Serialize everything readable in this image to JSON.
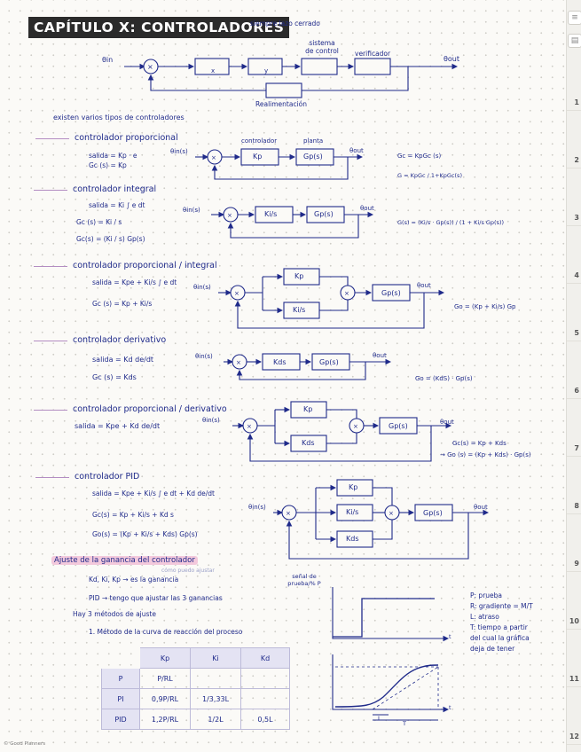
{
  "title": "CAPÍTULO X: CONTROLADORES",
  "subtitle": "siempre lazo cerrado",
  "main_diagram": {
    "in": "θin",
    "out": "θout",
    "blocks": [
      "x",
      "y",
      "sistema de control",
      "verificador"
    ],
    "feedback": "Realimentación"
  },
  "intro": "existen varios tipos de controladores",
  "prop": {
    "heading": "controlador proporcional",
    "eq1": "salida = Kp · e",
    "eq2": "Gc (s) = Kp",
    "tag_controller": "controlador",
    "tag_plant": "planta",
    "in": "θin(s)",
    "out": "θout",
    "b1": "Kp",
    "b2": "Gp(s)",
    "res1": "Gc = KpGc (s)",
    "res2": "G = KpGc / 1+KpGc(s)"
  },
  "integ": {
    "heading": "controlador integral",
    "eq1": "salida = Ki ∫ e dt",
    "eq2": "Gc (s) = Ki / s",
    "eq3": "Gc(s) = (Ki / s) Gp(s)",
    "in": "θin(s)",
    "out": "θout",
    "b1": "Ki/s",
    "b2": "Gp(s)",
    "res": "G(s) = (Ki/s · Gp(s)) / (1 + Ki/s Gp(s))"
  },
  "pi": {
    "heading": "controlador proporcional / integral",
    "eq1": "salida = Kpe + Ki/s ∫ e dt",
    "eq2": "Gc (s) = Kp + Ki/s",
    "in": "θin(s)",
    "out": "θout",
    "b1": "Kp",
    "b2": "Ki/s",
    "b3": "Gp(s)",
    "res": "Go = (Kp + Ki/s) Gp"
  },
  "deriv": {
    "heading": "controlador derivativo",
    "eq1": "salida = Kd de/dt",
    "eq2": "Gc (s) = Kds",
    "in": "θin(s)",
    "out": "θout",
    "b1": "Kds",
    "b2": "Gp(s)",
    "res": "Go = (KdS) · Gp(s)"
  },
  "pd": {
    "heading": "controlador proporcional / derivativo",
    "eq1": "salida = Kpe + Kd de/dt",
    "in": "θin(s)",
    "out": "θout",
    "b1": "Kp",
    "b2": "Kds",
    "b3": "Gp(s)",
    "res1": "Gc(s) = Kp + Kds",
    "res2": "→ Go (s) = (Kp + Kds) · Gp(s)"
  },
  "pid": {
    "heading": "controlador PID",
    "eq1": "salida = Kpe + Ki/s ∫ e dt + Kd de/dt",
    "eq2": "Gc(s) = Kp + Ki/s + Kd s",
    "eq3": "Go(s) = (Kp + Ki/s + Kds) Gp(s)",
    "in": "θin(s)",
    "out": "θout",
    "b1": "Kp",
    "b2": "Ki/s",
    "b3": "Kds",
    "b4": "Gp(s)"
  },
  "tuning": {
    "heading": "Ajuste de la ganancia del controlador",
    "note_small": "cómo puedo ajustar",
    "line1": "Kd, Ki, Kp → es la ganancia",
    "line2": "PID → tengo que ajustar las 3 ganancias",
    "line3": "Hay 3 métodos de ajuste",
    "line4": "1. Método de la curva de reacción del proceso",
    "graph_label": "señal de prueba/% P",
    "axis_t1": "t",
    "axis_t2": "t",
    "mark_L": "L",
    "mark_T": "T",
    "legend": [
      "P: prueba",
      "R: gradiente = M/T",
      "L: atraso",
      "T: tiempo a partir",
      "del cual la gráfica",
      "deja de tener"
    ]
  },
  "table": {
    "headers": [
      "",
      "Kp",
      "Ki",
      "Kd"
    ],
    "rows": [
      [
        "P",
        "P/RL",
        "",
        ""
      ],
      [
        "PI",
        "0,9P/RL",
        "1/3,33L",
        ""
      ],
      [
        "PID",
        "1,2P/RL",
        "1/2L",
        "0,5L"
      ]
    ]
  },
  "rail": {
    "icons": [
      "menu-icon",
      "page-icon"
    ],
    "tabs": [
      "1",
      "2",
      "3",
      "4",
      "5",
      "6",
      "7",
      "8",
      "9",
      "10",
      "11",
      "12"
    ]
  },
  "footer": "© Good Planners"
}
